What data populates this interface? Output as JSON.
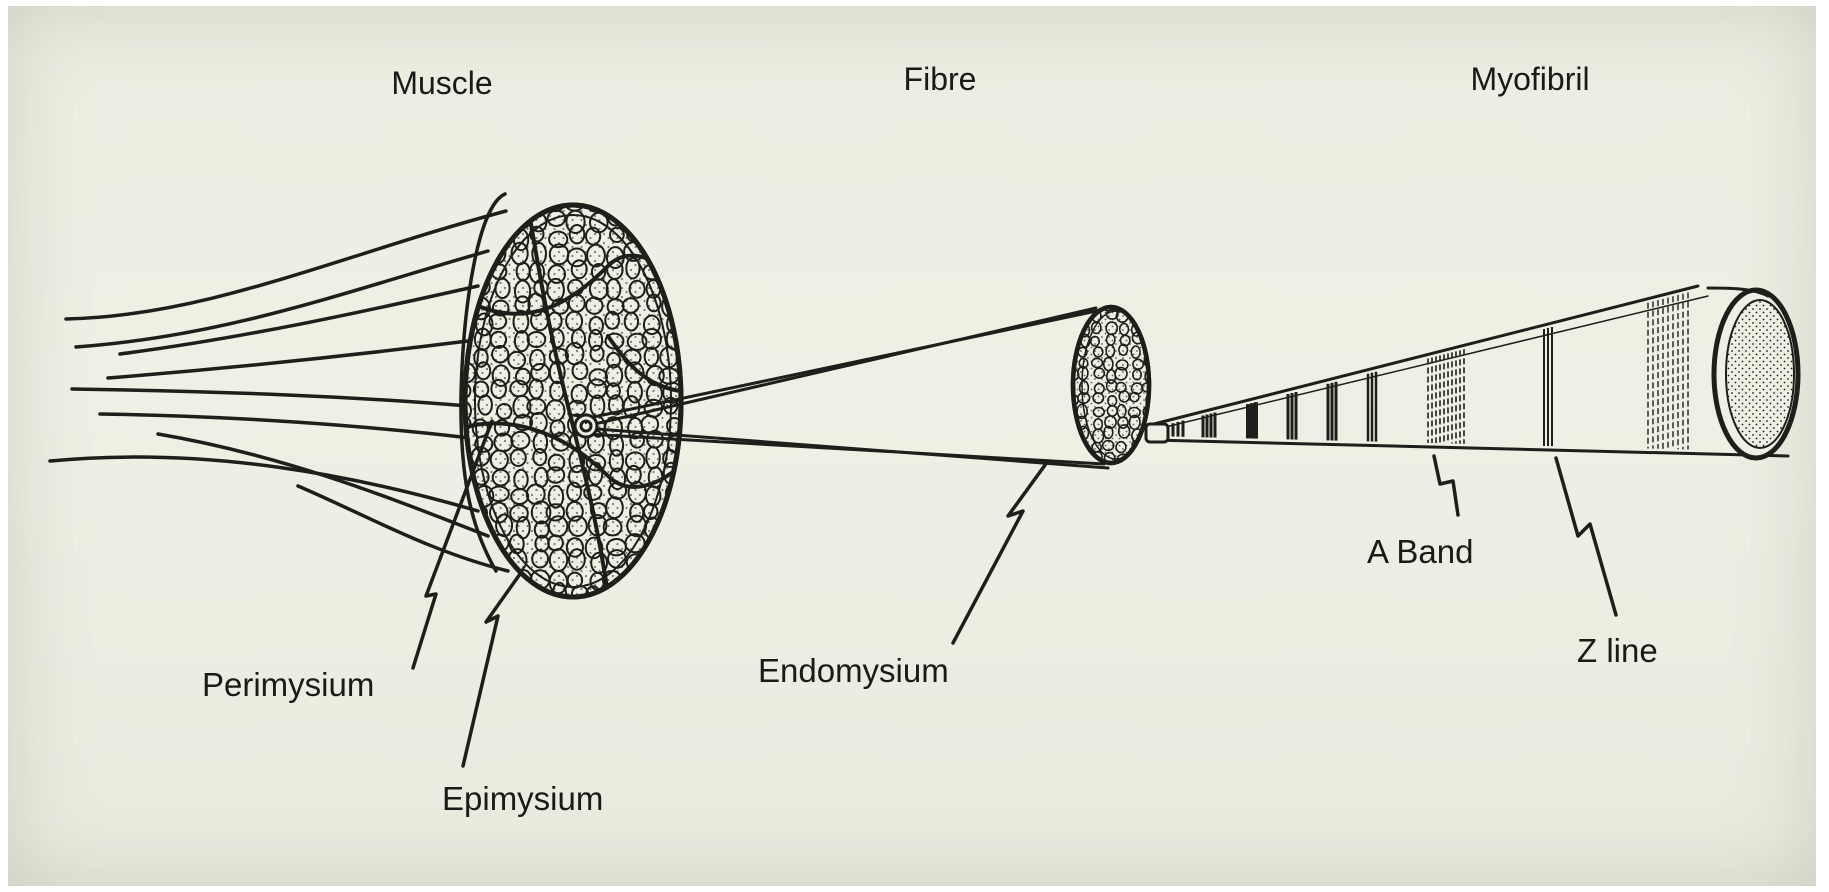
{
  "headings": {
    "muscle": "Muscle",
    "fibre": "Fibre",
    "myofibril": "Myofibril"
  },
  "labels": {
    "perimysium": "Perimysium",
    "epimysium": "Epimysium",
    "endomysium": "Endomysium",
    "a_band": "A Band",
    "z_line": "Z line"
  },
  "colors": {
    "ink": "#1d1f1a",
    "paper": "#eceee2"
  }
}
